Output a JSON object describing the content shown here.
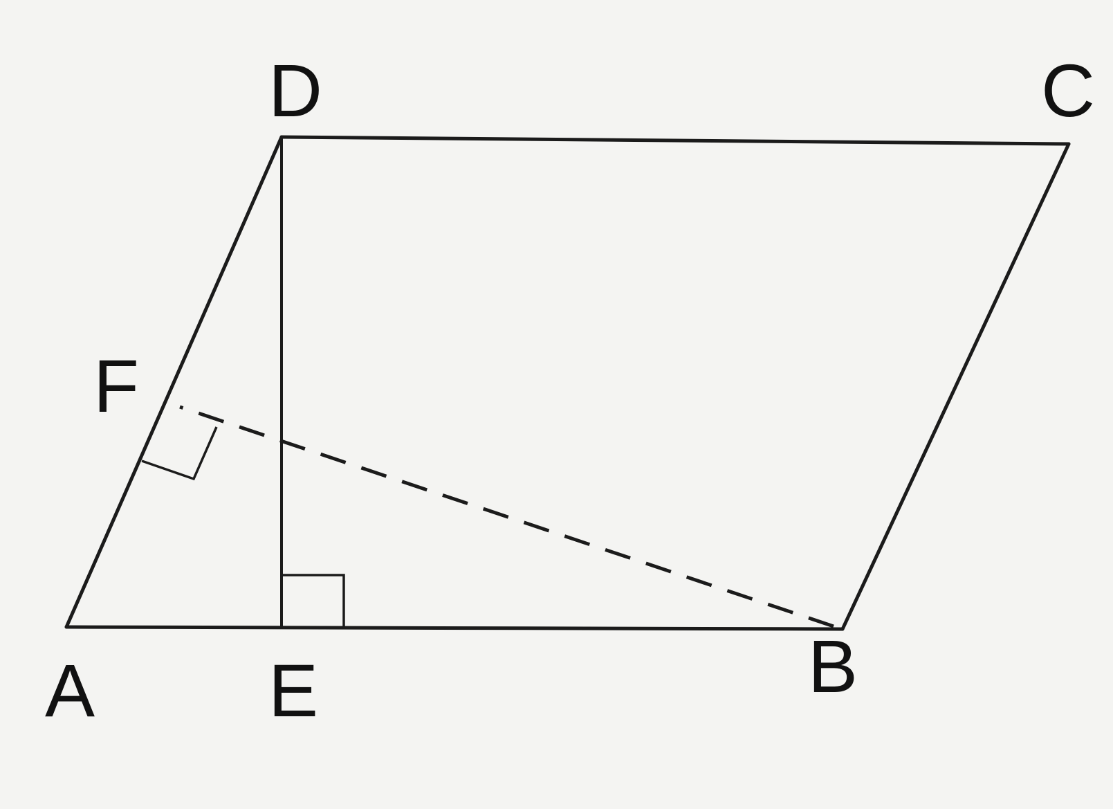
{
  "figure": {
    "vertices": {
      "A": "A",
      "B": "B",
      "C": "C",
      "D": "D",
      "E": "E",
      "F": "F"
    },
    "colors": {
      "ink": "#1b1b1b",
      "paper": "#f4f4f2"
    }
  }
}
